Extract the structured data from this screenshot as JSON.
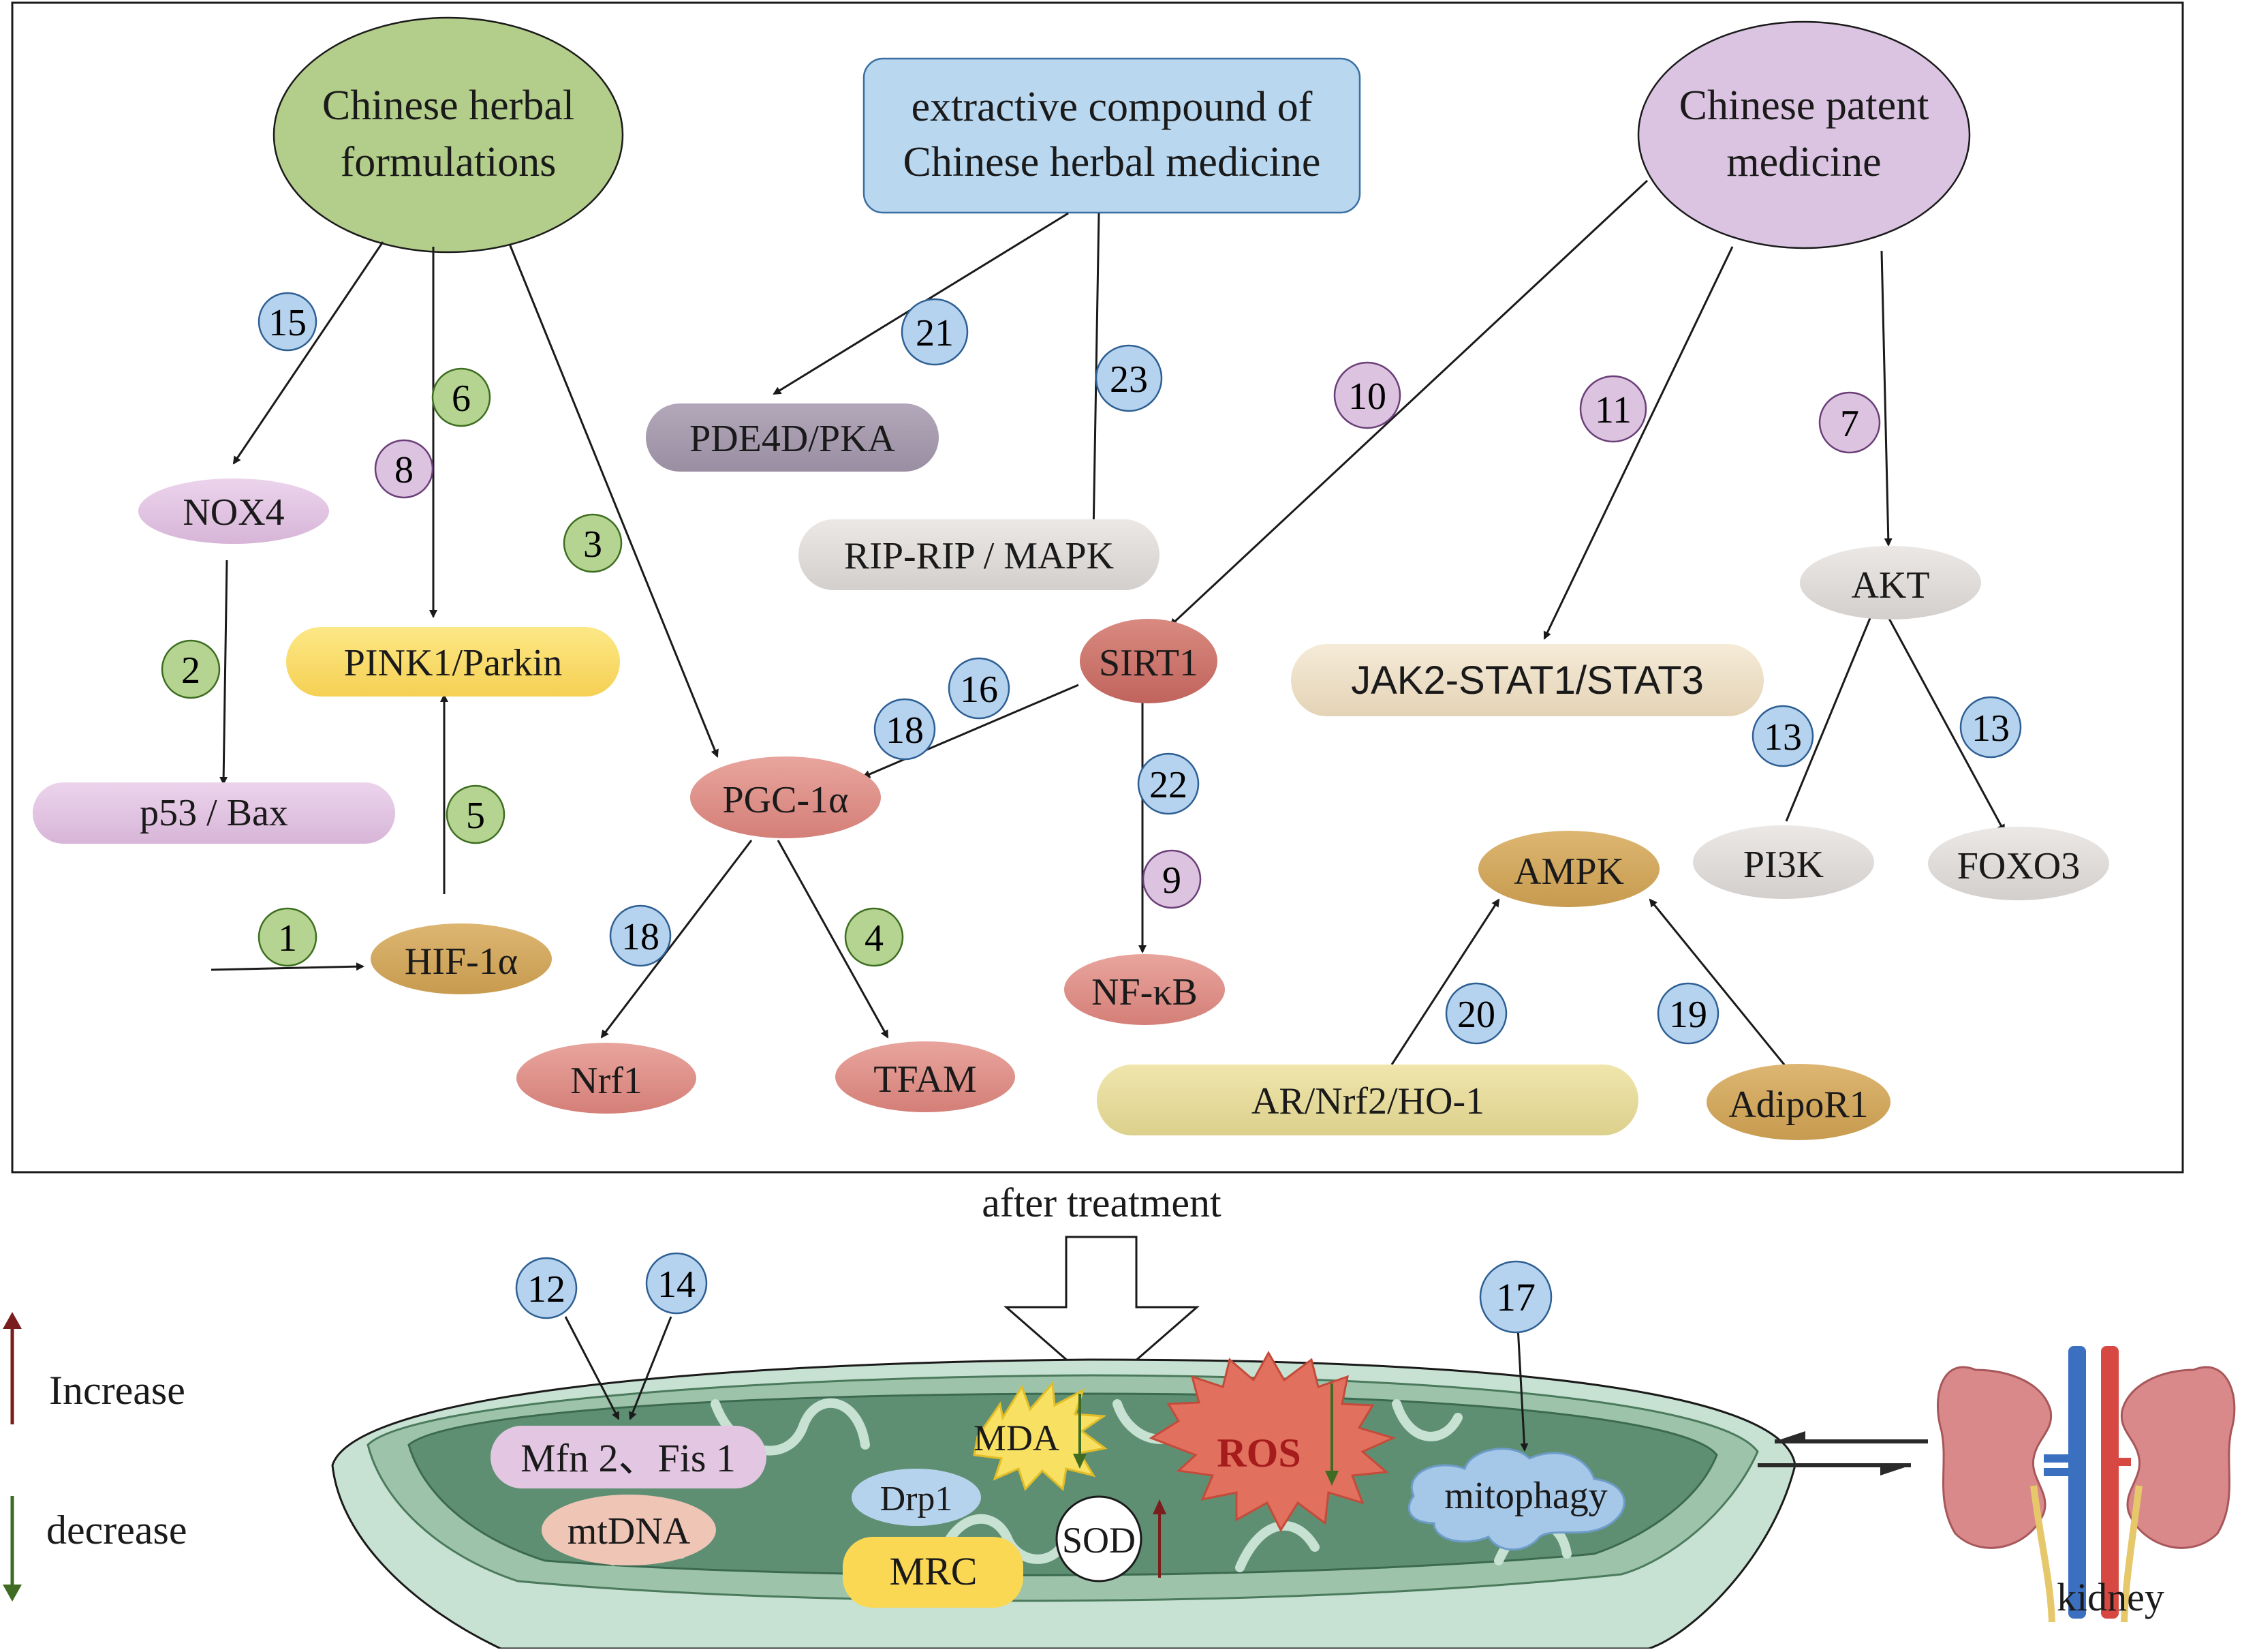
{
  "sources": {
    "herbal": "Chinese herbal formulations",
    "herbal_line1": "Chinese herbal",
    "herbal_line2": "formulations",
    "extract_line1": "extractive compound of",
    "extract_line2": "Chinese herbal medicine",
    "patent_line1": "Chinese patent",
    "patent_line2": "medicine"
  },
  "nodes": {
    "nox4": "NOX4",
    "p53_bax": "p53 / Bax",
    "pink1_parkin": "PINK1/Parkin",
    "hif1a": "HIF-1α",
    "pgc1a": "PGC-1α",
    "nrf1": "Nrf1",
    "tfam": "TFAM",
    "pde4d_pka": "PDE4D/PKA",
    "rip_mapk": "RIP-RIP / MAPK",
    "sirt1": "SIRT1",
    "nfkb": "NF-κB",
    "jak2_stat": "JAK2-STAT1/STAT3",
    "akt": "AKT",
    "pi3k": "PI3K",
    "foxo3": "FOXO3",
    "ampk": "AMPK",
    "ar_nrf2_ho1": "AR/Nrf2/HO-1",
    "adipor1": "AdipoR1"
  },
  "badges": {
    "b15": "15",
    "b6": "6",
    "b8": "8",
    "b3": "3",
    "b2": "2",
    "b5": "5",
    "b1": "1",
    "b21": "21",
    "b23": "23",
    "b10": "10",
    "b11": "11",
    "b7": "7",
    "b16": "16",
    "b18a": "18",
    "b22": "22",
    "b9": "9",
    "b18b": "18",
    "b4": "4",
    "b13a": "13",
    "b13b": "13",
    "b20": "20",
    "b19": "19",
    "b12": "12",
    "b14": "14",
    "b17": "17"
  },
  "mito": {
    "after_treatment": "after treatment",
    "mfn2_fis1": "Mfn 2、Fis 1",
    "mtdna": "mtDNA",
    "drp1": "Drp1",
    "mrc": "MRC",
    "sod": "SOD",
    "mda": "MDA",
    "ros": "ROS",
    "mitophagy": "mitophagy",
    "kidney": "kidney"
  },
  "legend": {
    "increase": "Increase",
    "decrease": "decrease",
    "increase_color": "#7a1d1d",
    "decrease_color": "#3f6b22"
  },
  "colors": {
    "blue_badge": "#b5d3ef",
    "green_badge": "#b5d391",
    "purple_badge": "#dcc3e0",
    "herbal_fill": "#b3cd8a",
    "extract_fill": "#b9d7ef",
    "patent_fill": "#dbc4e1"
  }
}
